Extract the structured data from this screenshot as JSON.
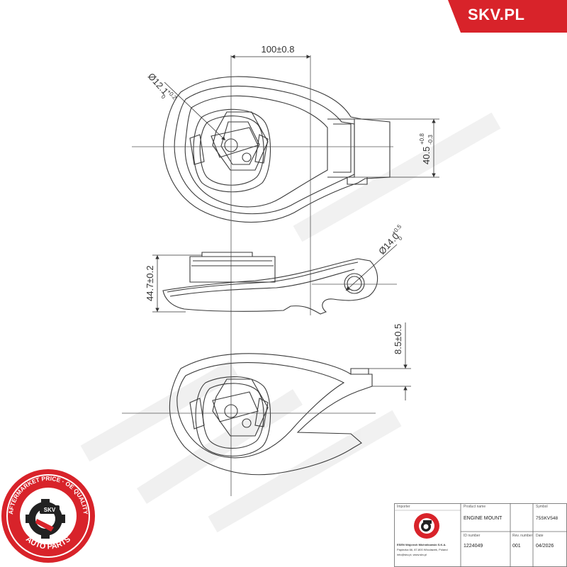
{
  "brand": {
    "logo_text": "SKV.PL",
    "color": "#d8232a"
  },
  "stamp": {
    "text_top": "AFTERMARKET PRICE · OE QUALITY",
    "text_bottom": "AUTO PARTS",
    "badge": "SKV",
    "color": "#d8232a"
  },
  "dimensions": {
    "width_top": "100±0.8",
    "hole_top": "Ø12.1",
    "hole_top_tol": "+0.2",
    "hole_top_tol2": "0",
    "bracket_height": "40.5",
    "bracket_tol_plus": "+0.8",
    "bracket_tol_minus": "-0.3",
    "hole_side": "Ø14.0",
    "hole_side_tol": "+0.5",
    "hole_side_tol2": "0",
    "total_height": "44.7±0.2",
    "tab_offset": "8.5±0.5"
  },
  "title_block": {
    "importer_label": "Importer",
    "company_name": "ESEN Wojciech Michnikowski S.K.A.",
    "company_address": "Papiezka 66, 87-800 Wloclawek, Poland",
    "company_contact": "info@skv.pl, www.skv.pl",
    "product_label": "Product name",
    "product_value": "ENGINE MOUNT",
    "symbol_label": "Symbol",
    "symbol_value": "75SKV548",
    "id_label": "ID number",
    "id_value": "1224049",
    "rev_label": "Rev. number",
    "rev_value": "001",
    "date_label": "Date",
    "date_value": "04/2026"
  }
}
